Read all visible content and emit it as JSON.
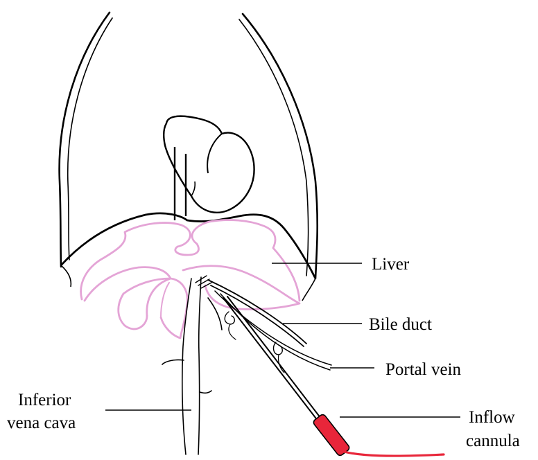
{
  "labels": {
    "liver": "Liver",
    "bile_duct": "Bile duct",
    "portal_vein": "Portal vein",
    "ivc_line1": "Inferior",
    "ivc_line2": "vena cava",
    "inflow_line1": "Inflow",
    "inflow_line2": "cannula"
  },
  "colors": {
    "outline": "#000000",
    "liver_lobes": "#e4a4d6",
    "cannula": "#e8263a",
    "background": "#ffffff"
  }
}
